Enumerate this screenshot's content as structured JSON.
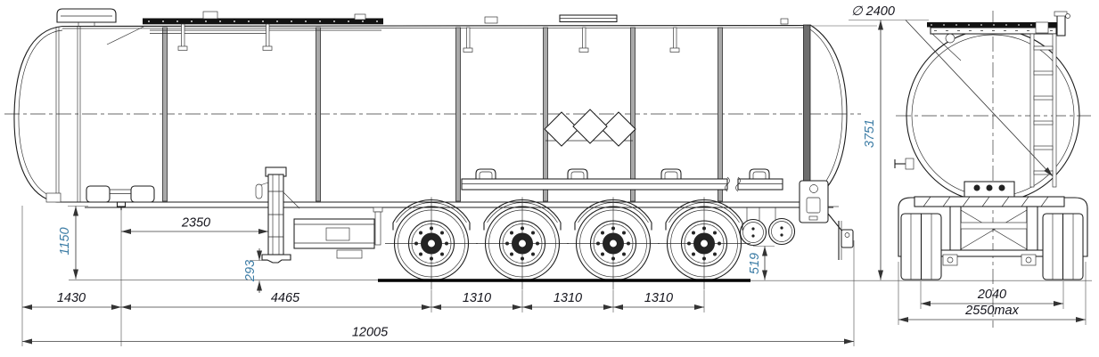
{
  "drawing": {
    "type": "engineering dimensional drawing",
    "subject": "Four-axle tank semitrailer — side elevation and rear elevation",
    "units": "mm",
    "colors": {
      "background": "#ffffff",
      "line": "#1d1d1d",
      "dim_text": "#14141c",
      "dim_text_rotated": "#3c7ca5"
    },
    "side_view": {
      "name": "side elevation",
      "axle_count": 4,
      "labels": {
        "fifth_wheel_height": "1150",
        "kingpin_to_landing_gear": "2350",
        "landing_gear_ground_clearance": "293",
        "front_to_kingpin": "1430",
        "kingpin_to_first_axle": "4465",
        "axle_spacing": [
          "1310",
          "1310",
          "1310"
        ],
        "rear_ground_clearance": "519",
        "overall_length": "12005"
      }
    },
    "rear_view": {
      "name": "rear elevation",
      "labels": {
        "tank_diameter": "∅ 2400",
        "overall_height": "3751",
        "wheel_track": "2040",
        "overall_width": "2550max"
      }
    }
  }
}
